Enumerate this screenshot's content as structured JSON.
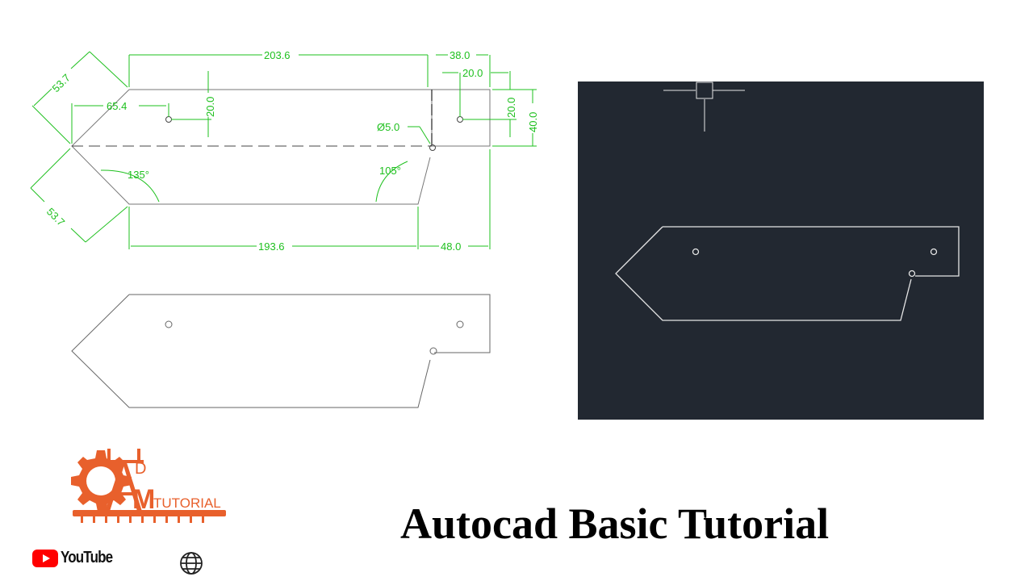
{
  "dimensions": {
    "top_length": "203.6",
    "right_top": "38.0",
    "hole_offset_right": "20.0",
    "hole_offset_left_v": "20.0",
    "hole_offset_right_v": "20.0",
    "right_height": "40.0",
    "chamfer_top": "53.7",
    "chamfer_bottom": "53.7",
    "hole_offset_left": "65.4",
    "hole_diameter": "Ø5.0",
    "angle_left": "135°",
    "angle_right": "105°",
    "bottom_length": "193.6",
    "right_bottom": "48.0"
  },
  "title": "Autocad Basic Tutorial",
  "logo": {
    "letter_d": "D",
    "word": "TUTORIAL",
    "color": "#e8602c"
  },
  "youtube": {
    "label": "YouTube",
    "color": "#ff0000"
  },
  "colors": {
    "dimension": "#1ec01e",
    "cad_background": "#222831"
  }
}
